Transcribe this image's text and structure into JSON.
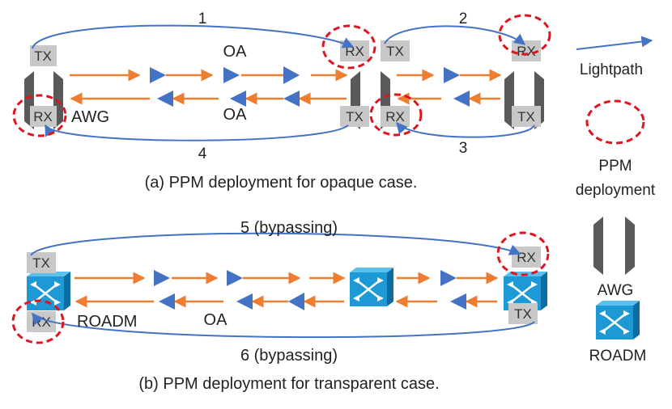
{
  "colors": {
    "lightpath": "#4472c4",
    "fiber": "#ed7d31",
    "amplifier": "#4472c4",
    "ppm": "#e0141e",
    "awg": "#595959",
    "roadm": "#1d9ad6",
    "port_box": "#c8c8c8"
  },
  "ports": {
    "tx": "TX",
    "rx": "RX"
  },
  "panel_a": {
    "caption": "(a) PPM deployment for opaque case.",
    "oa_label": "OA",
    "awg_label": "AWG",
    "lightpaths": [
      "1",
      "2",
      "3",
      "4"
    ]
  },
  "panel_b": {
    "caption": "(b) PPM deployment for transparent case.",
    "roadm_label": "ROADM",
    "oa_label": "OA",
    "lightpaths": [
      "5 (bypassing)",
      "6 (bypassing)"
    ]
  },
  "legend": {
    "lightpath": "Lightpath",
    "ppm_line1": "PPM",
    "ppm_line2": "deployment",
    "awg": "AWG",
    "roadm": "ROADM"
  },
  "icons": [
    "amplifier-triangle-icon",
    "awg-icon",
    "roadm-switch-icon",
    "ppm-dashed-circle-icon",
    "lightpath-arrow-icon"
  ]
}
